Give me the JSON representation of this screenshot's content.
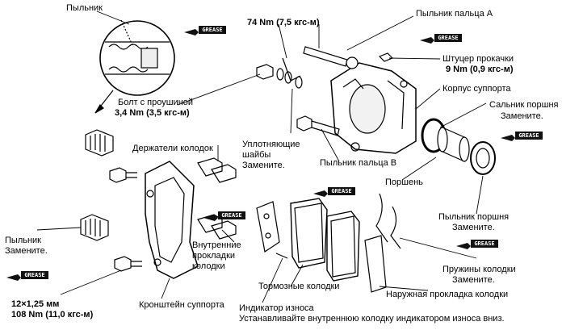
{
  "labels": {
    "dust_boot_top": "Пыльник",
    "torque_top": "74 Nm (7,5 кгс-м)",
    "pin_boot_a": "Пыльник пальца А",
    "bleeder": "Штуцер прокачки",
    "bleeder_torque": "9 Nm (0,9 кгс-м)",
    "caliper_body": "Корпус суппорта",
    "piston_seal_1": "Сальник поршня",
    "piston_seal_2": "Замените.",
    "banjo_bolt": "Болт с проушиной",
    "banjo_torque": "3,4 Nm (3,5 кгс-м)",
    "pad_retainers": "Держатели колодок",
    "sealing_washers_1": "Уплотняющие",
    "sealing_washers_2": "шайбы",
    "sealing_washers_3": "Замените.",
    "pin_boot_b": "Пыльник пальца В",
    "piston": "Поршень",
    "piston_boot_1": "Пыльник поршня",
    "piston_boot_2": "Замените.",
    "left_boot_1": "Пыльник",
    "left_boot_2": "Замените.",
    "inner_shims_1": "Внутренние",
    "inner_shims_2": "прокладки",
    "inner_shims_3": "колодки",
    "pad_springs_1": "Пружины колодки",
    "pad_springs_2": "Замените.",
    "brake_pads": "Тормозные колодки",
    "outer_shim": "Наружная прокладка колодки",
    "bolt_size": "12×1,25 мм",
    "bolt_torque": "108 Nm (11,0 кгс-м)",
    "bracket": "Кронштейн суппорта",
    "wear_indicator": "Индикатор износа",
    "install_note": "Устанавливайте внутреннюю колодку индикатором износа вниз."
  },
  "grease_text": "GREASE"
}
